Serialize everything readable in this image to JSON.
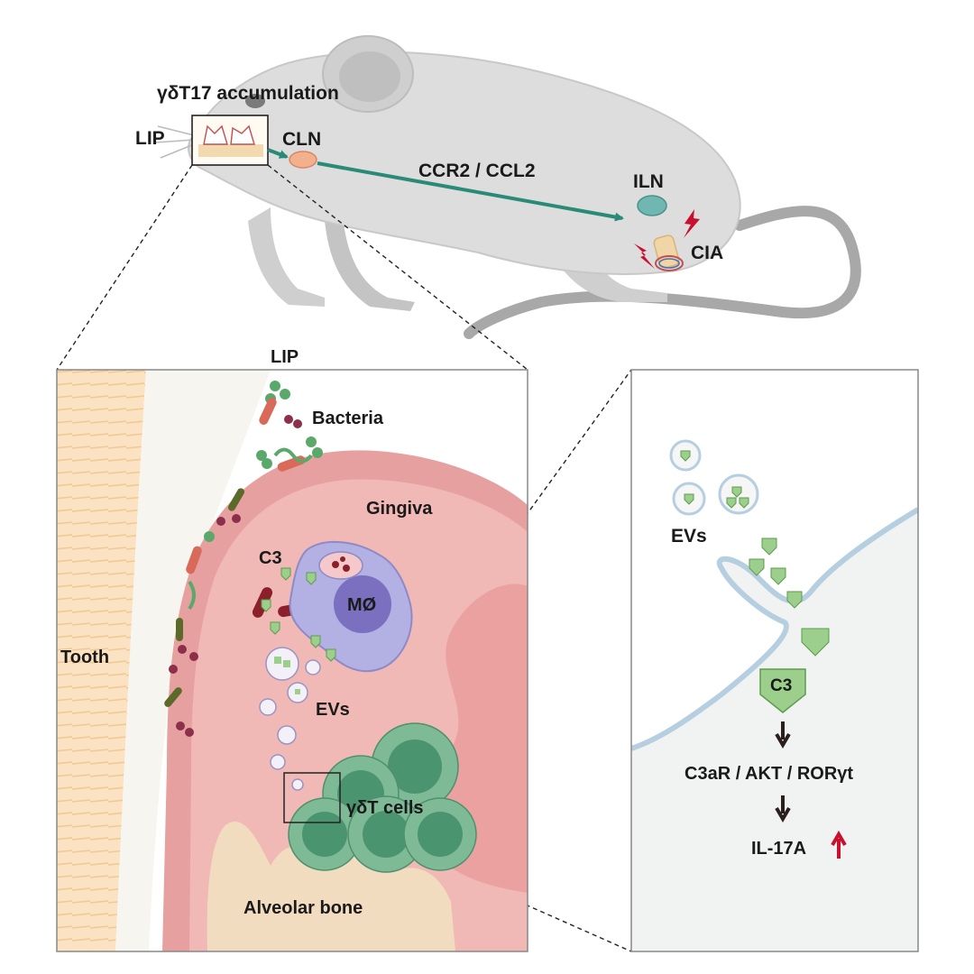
{
  "mouse": {
    "accumulation_label": "γδT17 accumulation",
    "lip_label": "LIP",
    "cln_label": "CLN",
    "migration_label": "CCR2 / CCL2",
    "iln_label": "ILN",
    "cia_label": "CIA"
  },
  "left_panel": {
    "title": "LIP",
    "bacteria_label": "Bacteria",
    "gingiva_label": "Gingiva",
    "c3_label": "C3",
    "macrophage_label": "MØ",
    "tooth_label": "Tooth",
    "evs_label": "EVs",
    "gdt_label": "γδT cells",
    "bone_label": "Alveolar bone"
  },
  "right_panel": {
    "evs_label": "EVs",
    "c3_label": "C3",
    "pathway_label": "C3aR / AKT / RORγt",
    "output_label": "IL-17A"
  },
  "colors": {
    "migration_arrow": "#2a8a78",
    "upregulation_arrow": "#c8102e",
    "evs_fill": "#9ccf8c",
    "gingiva": "#e7a0a0",
    "gdt_cell": "#7fba96",
    "macrophage": "#b3b0e3"
  }
}
